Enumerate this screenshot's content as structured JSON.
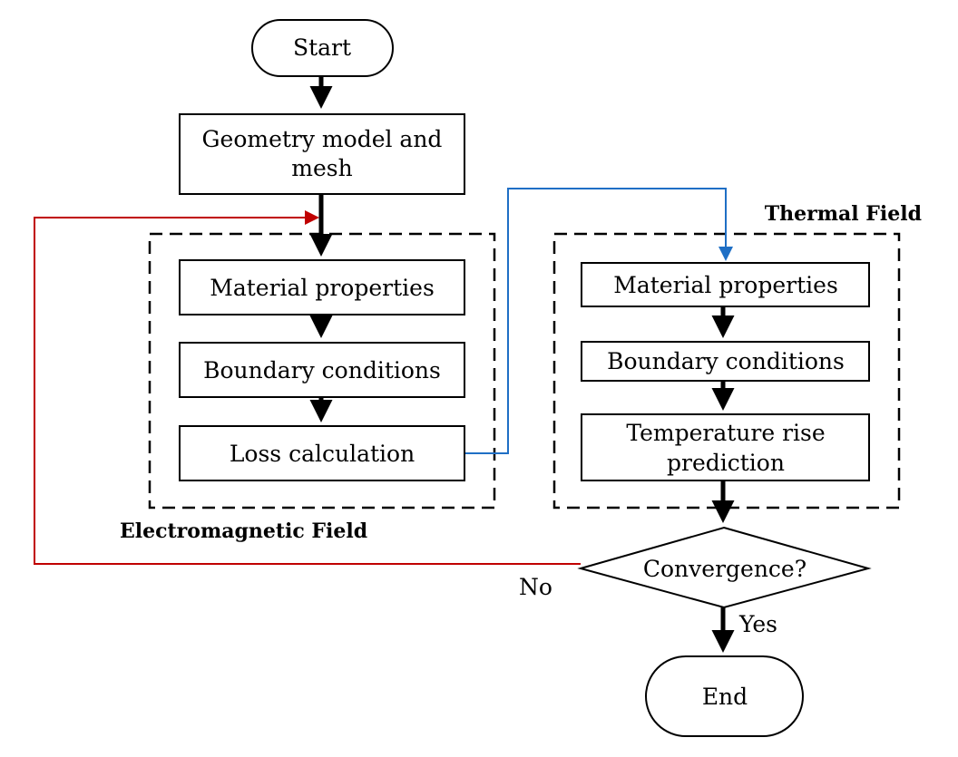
{
  "nodes": {
    "start": "Start",
    "geometry_line1": "Geometry model and",
    "geometry_line2": "mesh",
    "em_material": "Material properties",
    "em_boundary": "Boundary conditions",
    "em_loss": "Loss calculation",
    "th_material": "Material properties",
    "th_boundary": "Boundary conditions",
    "th_temp_line1": "Temperature rise",
    "th_temp_line2": "prediction",
    "convergence": "Convergence?",
    "end": "End"
  },
  "groups": {
    "electromagnetic": "Electromagnetic Field",
    "thermal": "Thermal Field"
  },
  "edge_labels": {
    "no": "No",
    "yes": "Yes"
  },
  "colors": {
    "feedback_loop": "#c00000",
    "coupling_link": "#1f6fc5",
    "main_flow": "#000000"
  }
}
